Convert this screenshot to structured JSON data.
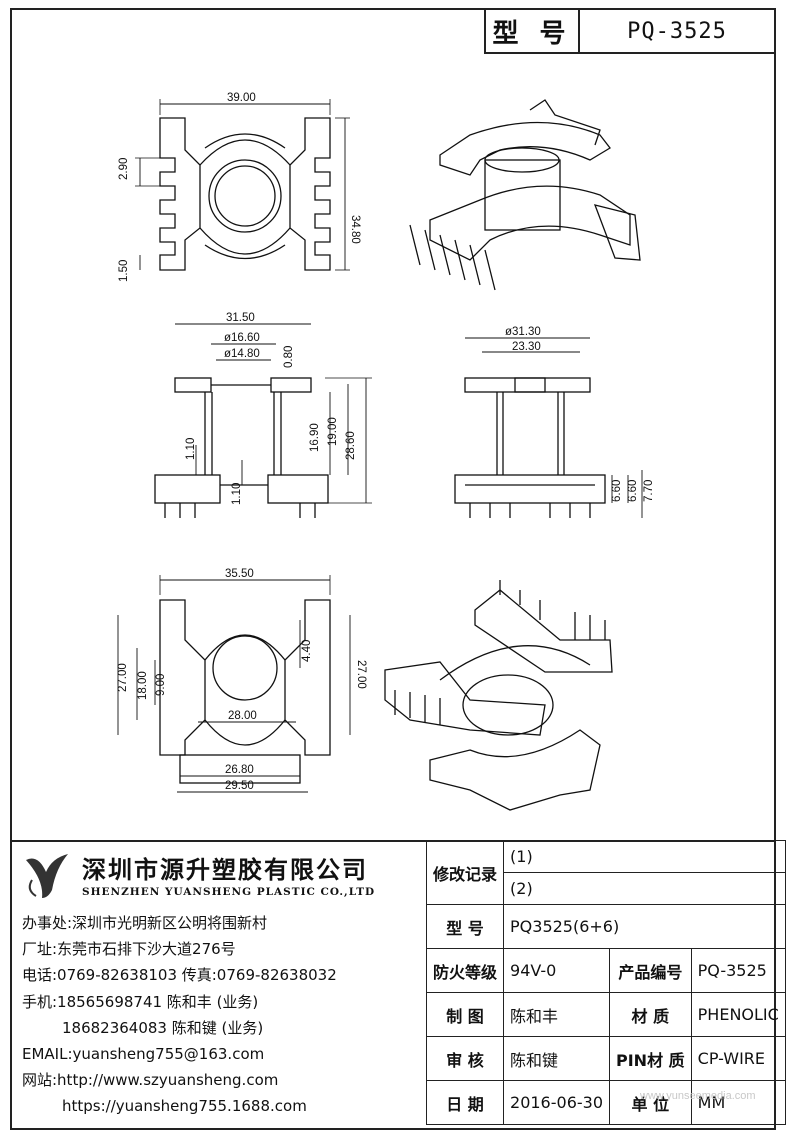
{
  "header": {
    "model_label": "型 号",
    "model_value": "PQ-3525"
  },
  "dimensions": {
    "top_view": {
      "width": "39.00",
      "height": "34.80",
      "pin_pitch": "2.90",
      "pin_width": "1.50"
    },
    "side_view_left": {
      "width": "31.50",
      "d_outer": "ø16.60",
      "d_inner": "ø14.80",
      "flange": "0.80",
      "winding_h": "16.90",
      "inner_h": "19.00",
      "total_h": "28.60",
      "pin_a": "1.10",
      "pin_b": "1.10"
    },
    "side_view_right": {
      "d_flange": "ø31.30",
      "inner_w": "23.30",
      "h1": "6.60",
      "h2": "6.60",
      "h3": "7.70"
    },
    "bottom_view": {
      "width": "35.50",
      "left_h": "27.00",
      "right_h": "27.00",
      "h18": "18.00",
      "h9": "9.00",
      "pin_gap": "4.40",
      "center_w": "28.00",
      "base_w1": "26.80",
      "base_w2": "29.50"
    }
  },
  "company": {
    "name_cn": "深圳市源升塑胶有限公司",
    "name_en": "SHENZHEN YUANSHENG PLASTIC CO.,LTD",
    "office": "办事处:深圳市光明新区公明将围新村",
    "factory": "厂址:东莞市石排下沙大道276号",
    "phone": "电话:0769-82638103 传真:0769-82638032",
    "mobile1": "手机:18565698741 陈和丰 (业务)",
    "mobile2": "18682364083 陈和键 (业务)",
    "email": "EMAIL:yuansheng755@163.com",
    "website": "网站:http://www.szyuansheng.com",
    "shop": "https://yuansheng755.1688.com"
  },
  "spec": {
    "revision_label": "修改记录",
    "rev1": "(1)",
    "rev2": "(2)",
    "type_label": "型 号",
    "type_value": "PQ3525(6+6)",
    "fire_label": "防火等级",
    "fire_value": "94V-0",
    "product_no_label": "产品编号",
    "product_no_value": "PQ-3525",
    "drawn_label": "制 图",
    "drawn_value": "陈和丰",
    "material_label": "材 质",
    "material_value": "PHENOLIC",
    "check_label": "审 核",
    "check_value": "陈和键",
    "pin_material_label": "PIN材 质",
    "pin_material_value": "CP-WIRE",
    "date_label": "日 期",
    "date_value": "2016-06-30",
    "unit_label": "单 位",
    "unit_value": "MM"
  },
  "watermark": "www.yunseemedia.com"
}
